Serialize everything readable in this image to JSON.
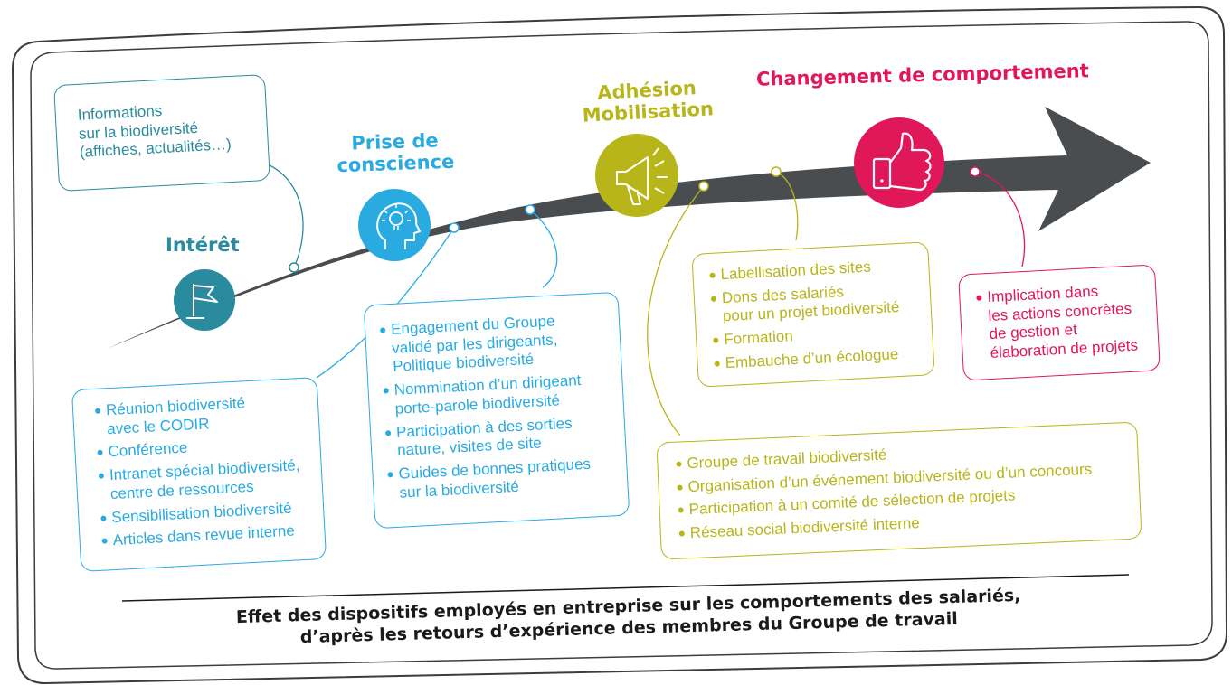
{
  "colors": {
    "blue": "#2a8b9e",
    "sky": "#29abe2",
    "olive": "#b8b51a",
    "magenta": "#e0185a",
    "arrow": "#4a4d50",
    "frame": "#3c3c3c"
  },
  "stages": {
    "interet": {
      "title": "Intérêt",
      "icon": "flag-icon"
    },
    "prise": {
      "title_lines": [
        "Prise de",
        "conscience"
      ],
      "icon": "head-lightbulb-icon"
    },
    "adhesion": {
      "title_lines": [
        "Adhésion",
        "Mobilisation"
      ],
      "icon": "megaphone-icon"
    },
    "changement": {
      "title": "Changement de comportement",
      "icon": "thumbs-up-icon"
    }
  },
  "boxes": {
    "info": {
      "text": "Informations\nsur la biodiversité\n(affiches, actualités…)"
    },
    "interet": {
      "items": [
        "Réunion biodiversité\navec le CODIR",
        "Conférence",
        "Intranet spécial biodiversité,\ncentre de ressources",
        "Sensibilisation biodiversité",
        "Articles dans revue interne"
      ]
    },
    "prise": {
      "items": [
        "Engagement du Groupe\nvalidé par les dirigeants,\nPolitique biodiversité",
        "Nommination d’un dirigeant\nporte-parole biodiversité",
        "Participation à des sorties\nnature, visites de site",
        "Guides de bonnes pratiques\nsur la biodiversité"
      ]
    },
    "adhesion_top": {
      "items": [
        "Labellisation des sites",
        "Dons des salariés\npour un projet biodiversité",
        "Formation",
        "Embauche d’un écologue"
      ]
    },
    "adhesion_bottom": {
      "items": [
        "Groupe de travail biodiversité",
        "Organisation d’un événement biodiversité ou d’un concours",
        "Participation à un comité de sélection de projets",
        "Réseau social biodiversité interne"
      ]
    },
    "changement": {
      "items": [
        "Implication dans\nles actions concrètes\nde gestion et\nélaboration de projets"
      ]
    }
  },
  "caption": {
    "line1": "Effet des dispositifs employés en entreprise sur les comportements des salariés,",
    "line2": "d’après les retours d’expérience des membres du Groupe de travail"
  }
}
